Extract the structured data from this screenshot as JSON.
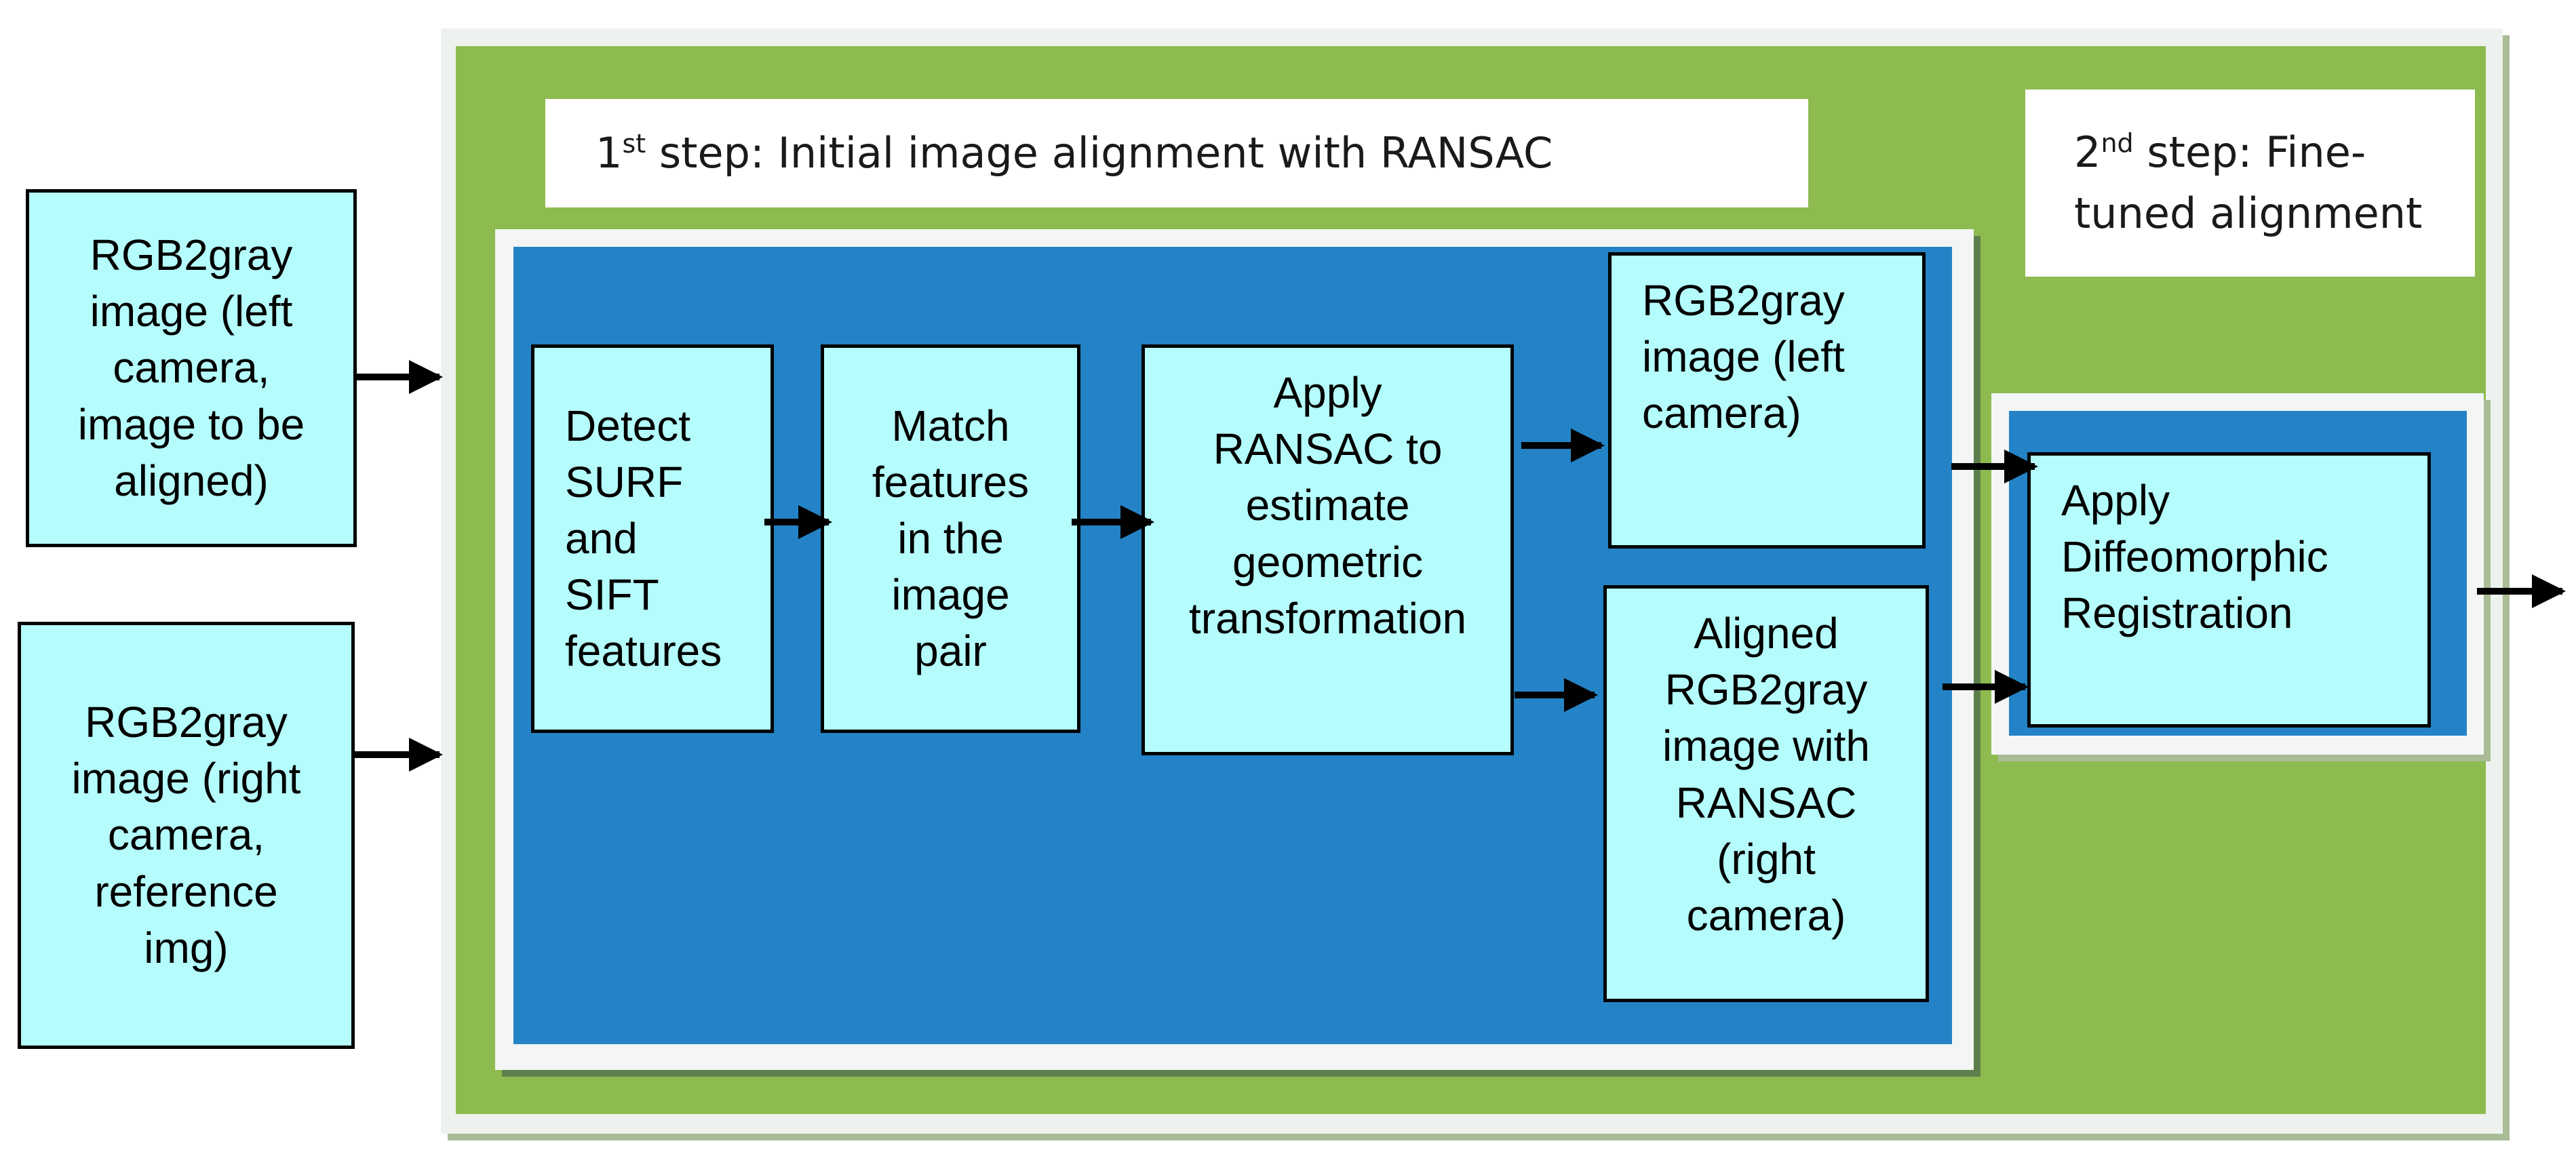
{
  "step1": {
    "prefix": "1",
    "sup": "st",
    "text": " step: Initial image alignment with RANSAC"
  },
  "step2": {
    "prefix": "2",
    "sup": "nd",
    "text": " step: Fine-",
    "line2": "tuned alignment"
  },
  "inputs": {
    "left": [
      "RGB2gray",
      "image (left",
      "camera,",
      "image to be",
      "aligned)"
    ],
    "right": [
      "RGB2gray",
      "image (right",
      "camera,",
      "reference",
      "img)"
    ]
  },
  "boxes": {
    "detect": [
      "Detect",
      "SURF",
      "and",
      "SIFT",
      "features"
    ],
    "match": [
      "Match",
      "features",
      "in the",
      "image",
      "pair"
    ],
    "apply": [
      "Apply",
      "RANSAC to",
      "estimate",
      "geometric",
      "transformation"
    ],
    "leftcam": [
      "RGB2gray",
      "image (left",
      "camera)"
    ],
    "aligned": [
      "Aligned",
      "RGB2gray",
      "image with",
      "RANSAC",
      "(right",
      "camera)"
    ],
    "diffeo": [
      "Apply",
      "Diffeomorphic",
      "Registration"
    ]
  },
  "colors": {
    "green": "#8dbb4f",
    "blue": "#2483c6",
    "box_fill": "#b5fcfc",
    "label_fill": "#ffffff",
    "arrow": "#000000"
  }
}
